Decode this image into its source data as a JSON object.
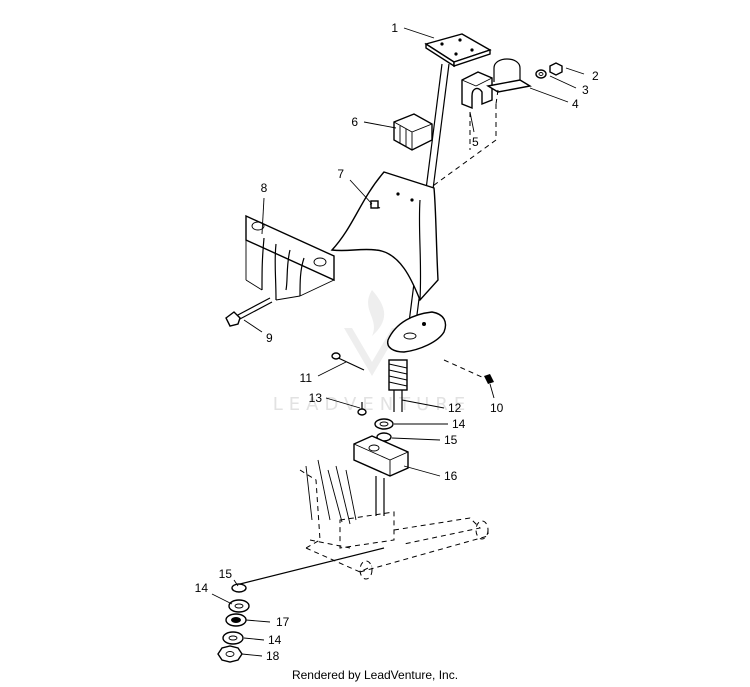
{
  "callouts": [
    {
      "id": "c1",
      "label": "1"
    },
    {
      "id": "c2",
      "label": "2"
    },
    {
      "id": "c3",
      "label": "3"
    },
    {
      "id": "c4",
      "label": "4"
    },
    {
      "id": "c5",
      "label": "5"
    },
    {
      "id": "c6",
      "label": "6"
    },
    {
      "id": "c7",
      "label": "7"
    },
    {
      "id": "c8",
      "label": "8"
    },
    {
      "id": "c9",
      "label": "9"
    },
    {
      "id": "c10",
      "label": "10"
    },
    {
      "id": "c11",
      "label": "11"
    },
    {
      "id": "c12",
      "label": "12"
    },
    {
      "id": "c13",
      "label": "13"
    },
    {
      "id": "c14a",
      "label": "14"
    },
    {
      "id": "c15a",
      "label": "15"
    },
    {
      "id": "c16",
      "label": "16"
    },
    {
      "id": "c15b",
      "label": "15"
    },
    {
      "id": "c14b",
      "label": "14"
    },
    {
      "id": "c17",
      "label": "17"
    },
    {
      "id": "c14c",
      "label": "14"
    },
    {
      "id": "c18",
      "label": "18"
    }
  ],
  "watermark": "LEADVENTURE",
  "footer": "Rendered by LeadVenture, Inc."
}
